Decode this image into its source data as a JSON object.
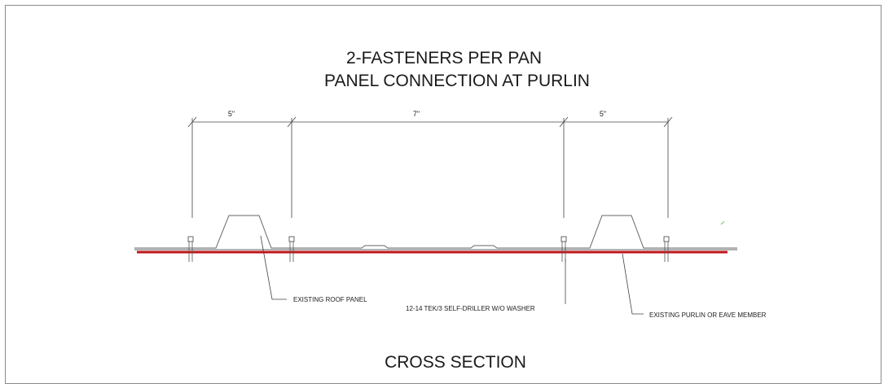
{
  "drawing": {
    "title_line1": "2-FASTENERS PER PAN",
    "title_line2": "PANEL CONNECTION AT PURLIN",
    "section_title": "CROSS SECTION",
    "dimensions": [
      "5\"",
      "7\"",
      "5\""
    ],
    "callouts": {
      "roof_panel": "EXISTING ROOF PANEL",
      "fastener": "12-14 TEK/3 SELF-DRILLER W/O WASHER",
      "purlin": "EXISTING PURLIN OR EAVE MEMBER"
    },
    "colors": {
      "purlin": "#c0161a",
      "line": "#444444"
    }
  }
}
